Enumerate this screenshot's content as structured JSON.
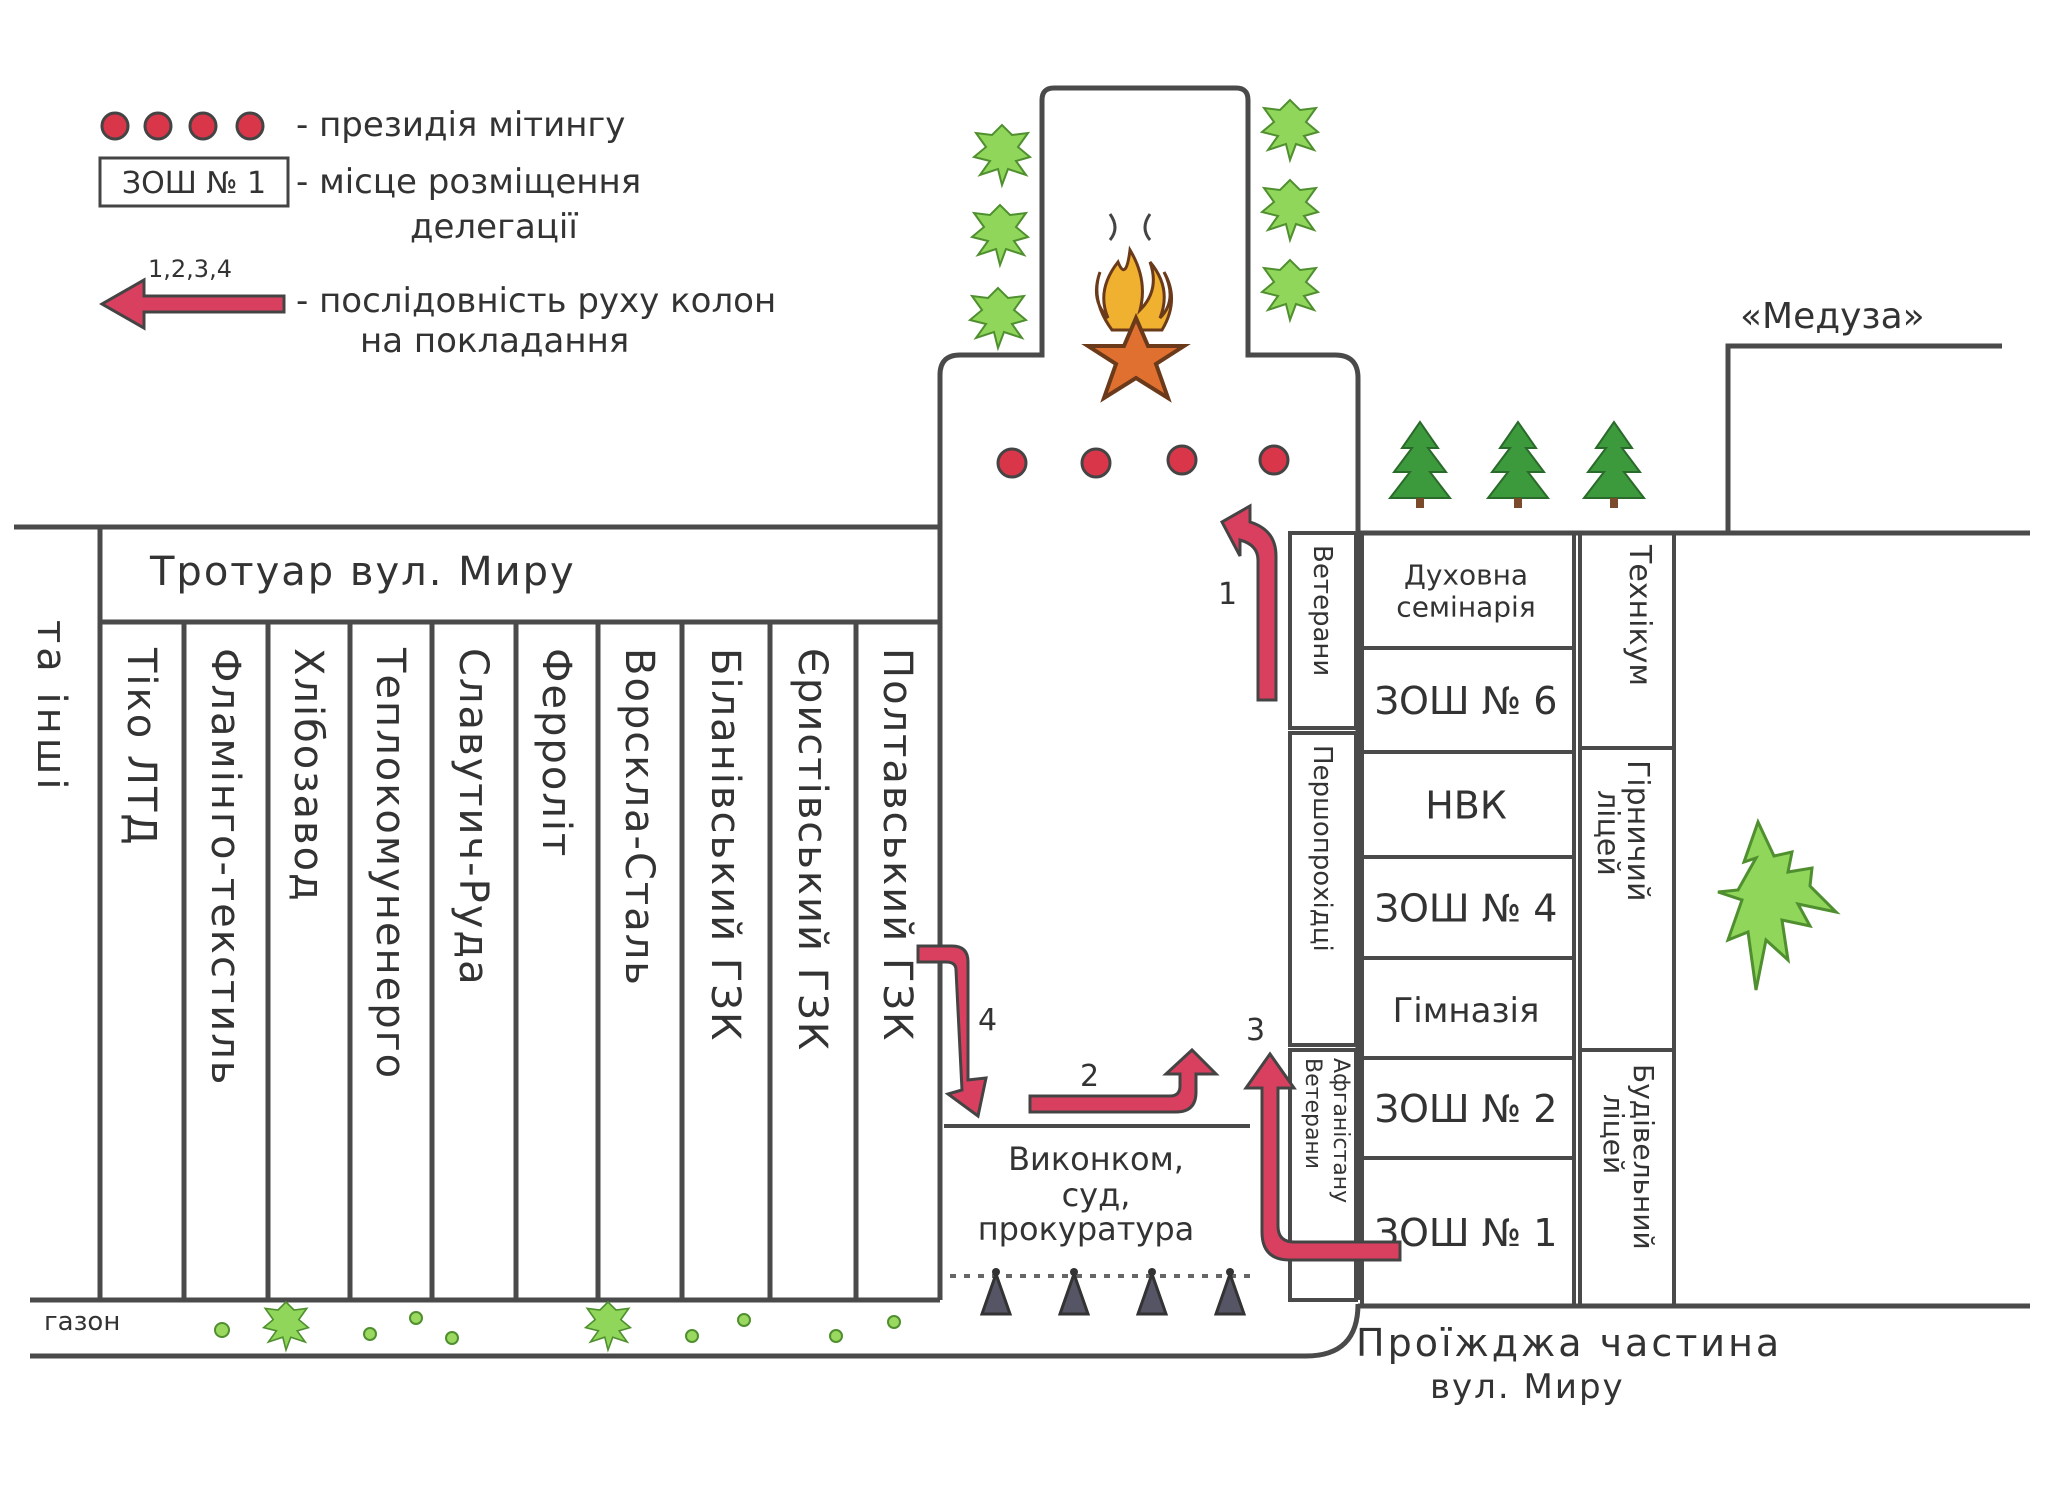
{
  "legend": {
    "presidium": "- президія мітингу",
    "school_box": "ЗОШ № 1",
    "placement_line1": "- місце розміщення",
    "placement_line2": "делегації",
    "arrow_nums": "1,2,3,4",
    "sequence_line1": "- послідовність руху колон",
    "sequence_line2": "на покладання"
  },
  "medusa": "«Медуза»",
  "sidewalk": "Тротуар вул. Миру",
  "left_edge": "та інші",
  "columns": [
    "Тіко ЛТД",
    "Фламінго-текстиль",
    "Хлібозавод",
    "Теплокомуненерго",
    "Славутич-Руда",
    "Ферроліт",
    "Ворскла-Сталь",
    "Біланівський ГЗК",
    "Єристівський ГЗК",
    "Полтавський ГЗК"
  ],
  "right_columns": {
    "veterans": "Ветерани",
    "pioneers": "Першопрохідці",
    "afghan_line1": "Ветерани",
    "afghan_line2": "Афганістану",
    "technikum": "Технікум",
    "mining_line1": "Гірничий",
    "mining_line2": "ліцей",
    "building_line1": "Будівельний",
    "building_line2": "ліцей"
  },
  "schools": [
    "Духовна семінарія",
    "ЗОШ № 6",
    "НВК",
    "ЗОШ № 4",
    "Гімназія",
    "ЗОШ № 2",
    "ЗОШ № 1"
  ],
  "executive": {
    "line1": "Виконком,",
    "line2": "суд,",
    "line3": "прокуратура"
  },
  "lawn": "газон",
  "roadway": {
    "line1": "Проїжджа частина",
    "line2": "вул. Миру"
  },
  "arrow_labels": [
    "1",
    "2",
    "3",
    "4"
  ],
  "colors": {
    "line": "#4a4a4a",
    "arrow": "#d94060",
    "dot": "#d9364a",
    "tree": "#7cc84a",
    "tree_dark": "#3c9a3c"
  }
}
